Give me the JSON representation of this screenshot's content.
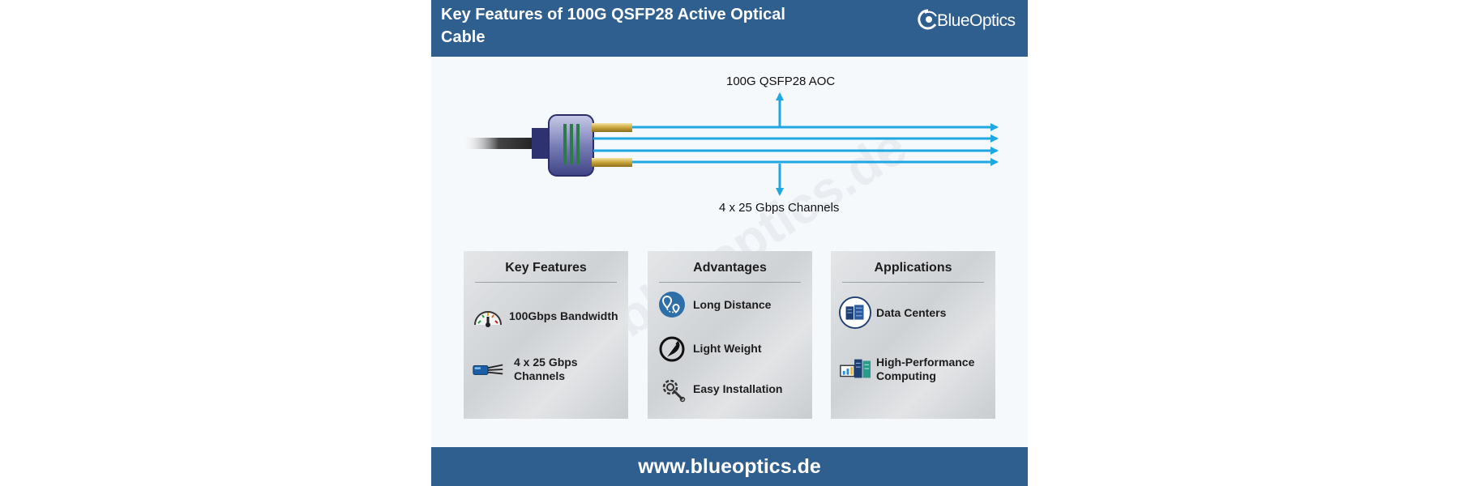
{
  "header": {
    "title": "Key Features of 100G QSFP28 Active Optical Cable",
    "logo_text": "BlueOptics"
  },
  "diagram": {
    "top_label": "100G QSFP28 AOC",
    "bottom_label": "4 x 25 Gbps Channels",
    "watermark": "blueoptics.de"
  },
  "panels": {
    "key_features": {
      "title": "Key Features",
      "items": [
        {
          "label": "100Gbps Bandwidth",
          "icon": "speedometer-icon"
        },
        {
          "label": "4 x 25 Gbps Channels",
          "icon": "fiber-cable-icon"
        }
      ]
    },
    "advantages": {
      "title": "Advantages",
      "items": [
        {
          "label": "Long Distance",
          "icon": "location-route-icon"
        },
        {
          "label": "Light Weight",
          "icon": "feather-icon"
        },
        {
          "label": "Easy Installation",
          "icon": "gear-wrench-icon"
        }
      ]
    },
    "applications": {
      "title": "Applications",
      "items": [
        {
          "label": "Data Centers",
          "icon": "data-center-icon"
        },
        {
          "label": "High-Performance Computing",
          "icon": "computing-icon"
        }
      ]
    }
  },
  "footer": {
    "url": "www.blueoptics.de"
  },
  "colors": {
    "brand_blue": "#2f5f8f",
    "arrow_blue": "#1ea7e0"
  }
}
